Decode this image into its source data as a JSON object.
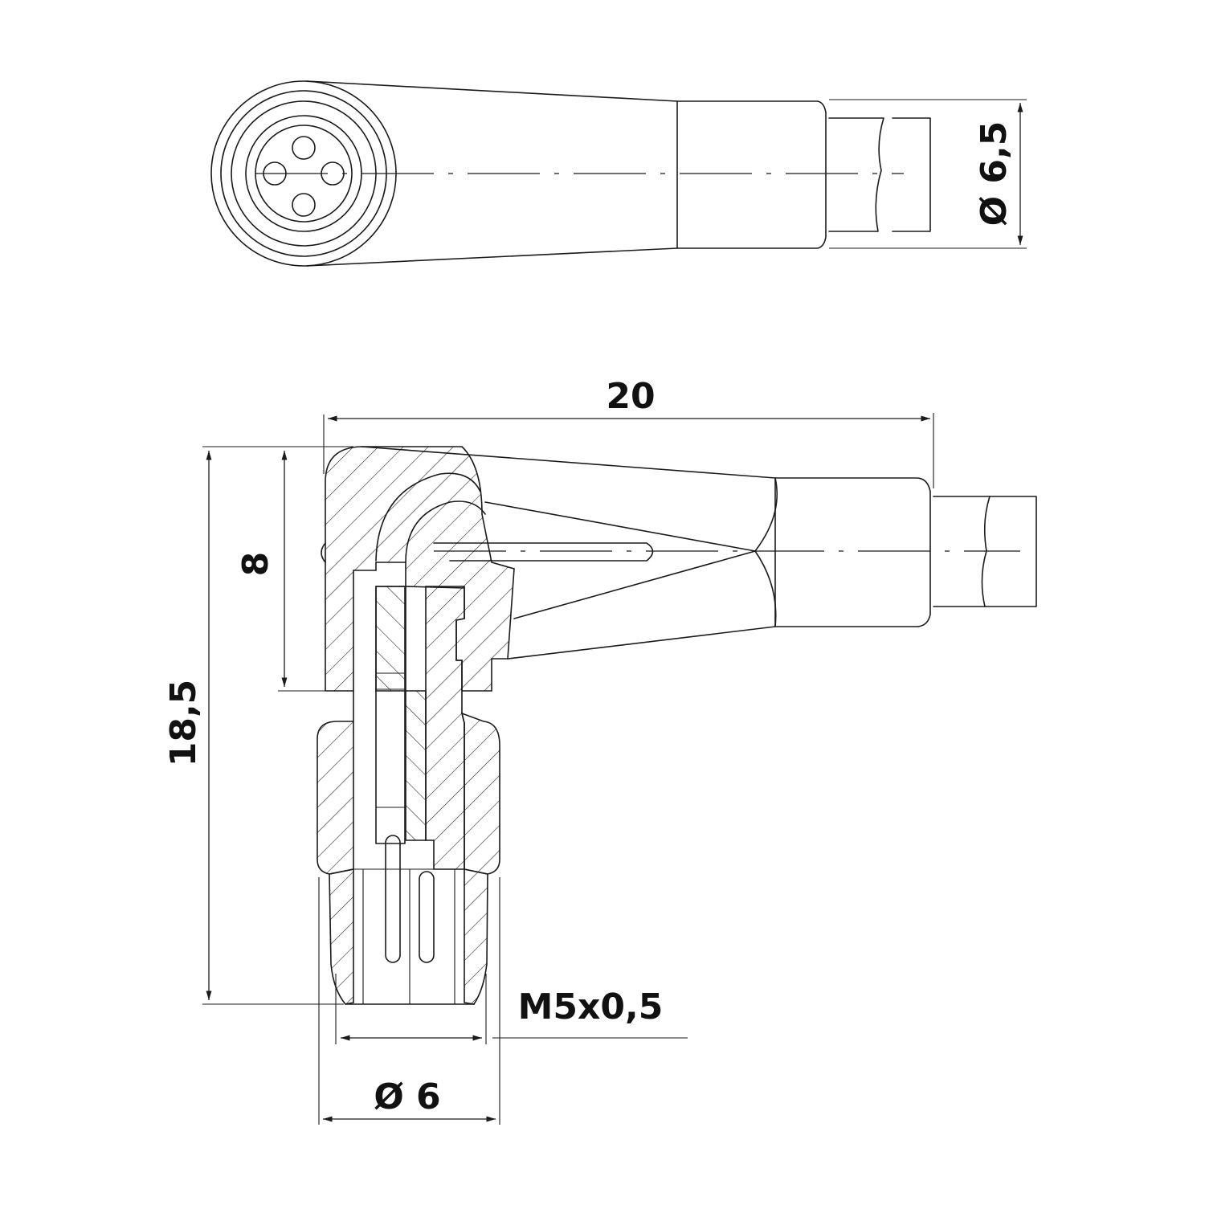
{
  "drawing": {
    "title": "",
    "dimensions": {
      "cable_diameter": "Ø 6,5",
      "overall_length": "20",
      "head_height": "8",
      "overall_height": "18,5",
      "thread": "M5x0,5",
      "body_diameter": "Ø 6"
    },
    "colors": {
      "line": "#1a1a1a",
      "background": "#ffffff"
    }
  }
}
